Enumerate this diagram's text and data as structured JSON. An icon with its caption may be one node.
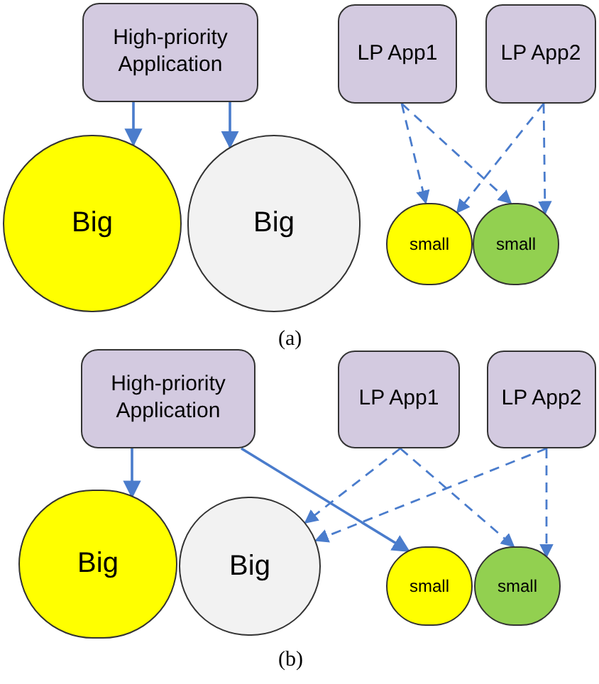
{
  "diagram": {
    "nodes": [
      {
        "text": [
          "High-priority Application"
        ]
      },
      {
        "text": [
          "LP App1"
        ]
      },
      {
        "text": [
          "LP App2"
        ]
      },
      {
        "text": [
          "Big"
        ]
      },
      {
        "text": [
          "Big"
        ]
      },
      {
        "text": [
          "small"
        ]
      },
      {
        "text": [
          "small"
        ]
      },
      {
        "text": [
          "High-priority Application"
        ]
      },
      {
        "text": [
          "LP App1"
        ]
      },
      {
        "text": [
          "LP App2"
        ]
      },
      {
        "text": [
          "Big"
        ]
      },
      {
        "text": [
          "Big"
        ]
      },
      {
        "text": [
          "small"
        ]
      },
      {
        "text": [
          "small"
        ]
      }
    ],
    "edges": [
      {
        "from": 0,
        "to": 3,
        "arrow": "to"
      },
      {
        "from": 0,
        "to": 4,
        "arrow": "to"
      },
      {
        "from": 1,
        "to": 5,
        "arrow": "to",
        "style": "dashed"
      },
      {
        "from": 1,
        "to": 6,
        "arrow": "to",
        "style": "dashed"
      },
      {
        "from": 2,
        "to": 5,
        "arrow": "to",
        "style": "dashed"
      },
      {
        "from": 2,
        "to": 6,
        "arrow": "to",
        "style": "dashed"
      },
      {
        "from": 7,
        "to": 10,
        "arrow": "to"
      },
      {
        "from": 7,
        "to": 12,
        "arrow": "to"
      },
      {
        "from": 8,
        "to": 11,
        "arrow": "to",
        "style": "dashed"
      },
      {
        "from": 8,
        "to": 13,
        "arrow": "to",
        "style": "dashed"
      },
      {
        "from": 9,
        "to": 11,
        "arrow": "to",
        "style": "dashed"
      },
      {
        "from": 9,
        "to": 13,
        "arrow": "to",
        "style": "dashed"
      }
    ],
    "labels": [
      "(a)",
      "(b)"
    ]
  }
}
